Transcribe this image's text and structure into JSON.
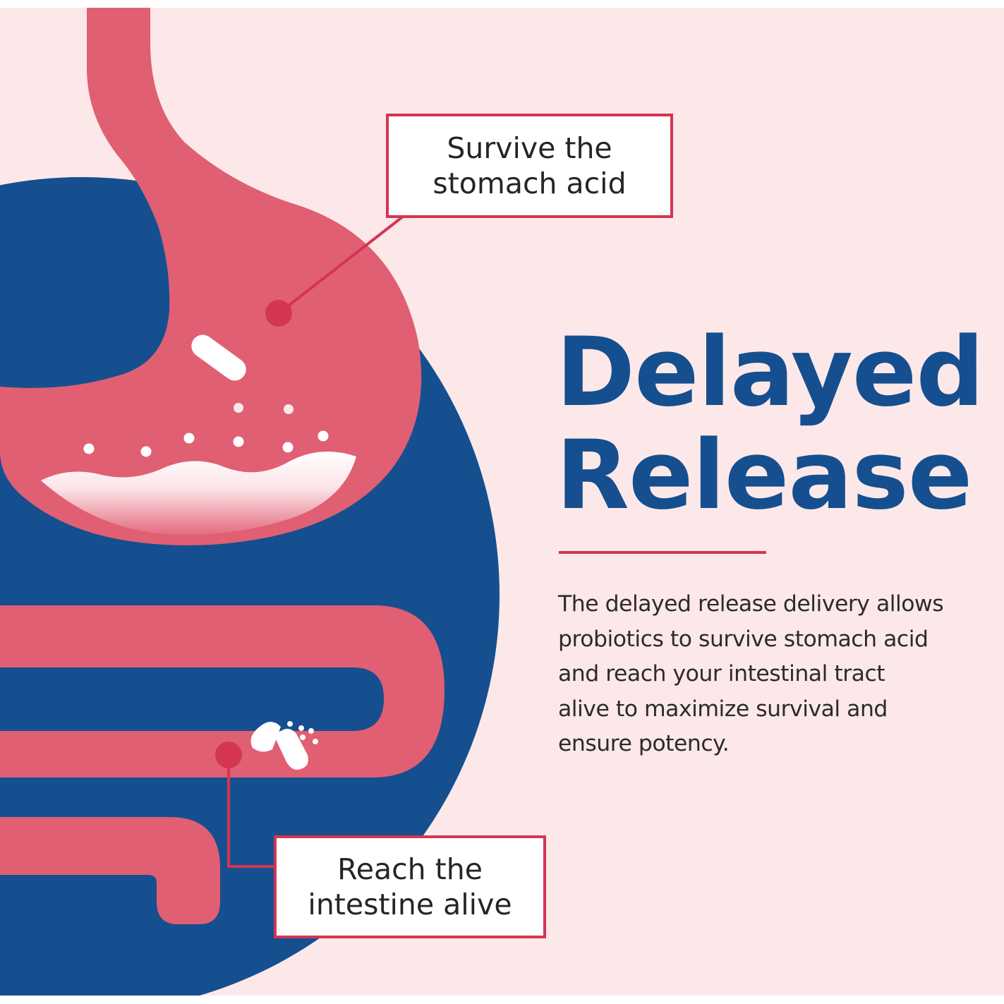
{
  "palette": {
    "background": "#fde8e9",
    "organ_pink": "#e05f73",
    "deep_blue": "#154f8f",
    "accent_red": "#d43553",
    "white": "#ffffff",
    "text_dark": "#252525"
  },
  "callouts": {
    "stomach": {
      "line1": "Survive the",
      "line2": "stomach acid"
    },
    "intestine": {
      "line1": "Reach the",
      "line2": "intestine alive"
    }
  },
  "headline": {
    "line1": "Delayed",
    "line2": "Release"
  },
  "description": {
    "line1": "The delayed release delivery allows",
    "line2": "probiotics to survive stomach acid",
    "line3": "and reach your intestinal tract",
    "line4": "alive to maximize survival and",
    "line5": "ensure potency."
  },
  "icons": {
    "capsule": "capsule-icon",
    "open_capsule": "open-capsule-icon",
    "marker": "marker-dot-icon"
  }
}
